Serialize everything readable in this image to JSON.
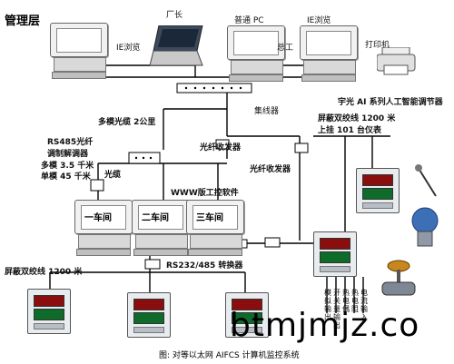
{
  "title": "管理层",
  "labels": {
    "factory_head": "厂长",
    "regular_pc": "普通 PC",
    "ie_top": "IE浏览",
    "ie_left": "IE浏览",
    "chief_engineer": "总工",
    "printer": "打印机",
    "hub": "集线器",
    "multimode_fiber": "多模光缆 2公里",
    "rs485_fiber_line1": "RS485光纤",
    "rs485_fiber_line2": "调制解调器",
    "multimode_dist": "多模 3.5 千米",
    "singlemode_dist": "单模 45 千米",
    "fiber_transceiver_top": "光纤收发器",
    "fiber_cable": "光缆",
    "www_software": "WWW版工控软件",
    "shielded_twisted_right": "屏蔽双绞线 1200 米",
    "connect_instruments": "上挂 101 台仪表",
    "fiber_transceiver_right": "光纤收发器",
    "regulator_title": "宇光 AI 系列人工智能调节器",
    "rs232_485": "RS232/485 转换器",
    "shielded_twisted_left": "屏蔽双绞线 1200 米",
    "v1": "模拟输出",
    "v2": "开关量输出",
    "v3": "热电偶",
    "v4": "热电阻",
    "v5": "电流输入"
  },
  "workshops": [
    "一车间",
    "二车间",
    "三车间"
  ],
  "caption": "图:  对等以太网 AIFCS 计算机监控系统",
  "watermark": "btmjmjz.co"
}
